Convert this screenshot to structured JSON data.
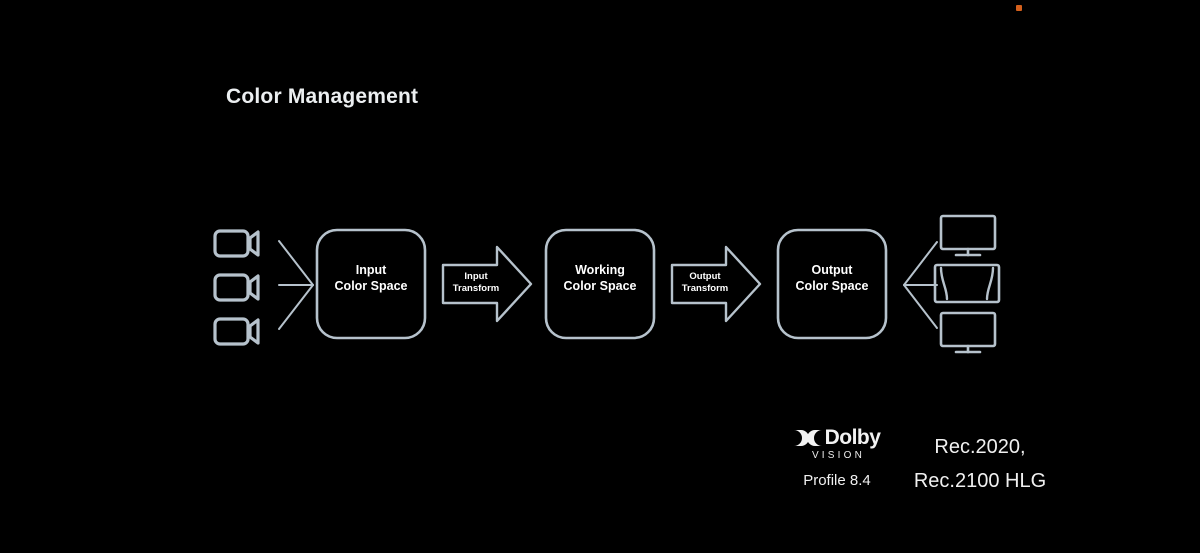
{
  "slide": {
    "title": "Color Management",
    "background_color": "#000000",
    "text_color": "#ffffff",
    "stroke_color": "#b6c2cc"
  },
  "recording_indicator": {
    "name": "recording-dot",
    "color": "#d4601c"
  },
  "pipeline": {
    "sources": {
      "icon": "video-camera-icon",
      "count": 3,
      "color": "#b0bcc7"
    },
    "boxes": [
      {
        "id": "input",
        "line1": "Input",
        "line2": "Color Space"
      },
      {
        "id": "working",
        "line1": "Working",
        "line2": "Color Space"
      },
      {
        "id": "output",
        "line1": "Output",
        "line2": "Color Space"
      }
    ],
    "arrows": [
      {
        "id": "input-transform",
        "line1": "Input",
        "line2": "Transform"
      },
      {
        "id": "output-transform",
        "line1": "Output",
        "line2": "Transform"
      }
    ],
    "outputs": [
      {
        "icon": "tv-monitor-icon"
      },
      {
        "icon": "cinema-screen-icon"
      },
      {
        "icon": "tv-monitor-icon"
      }
    ]
  },
  "footer": {
    "dolby": {
      "brand": "Dolby",
      "sub": "VISION",
      "profile": "Profile 8.4"
    },
    "standards": {
      "line1": "Rec.2020,",
      "line2": "Rec.2100 HLG"
    }
  }
}
